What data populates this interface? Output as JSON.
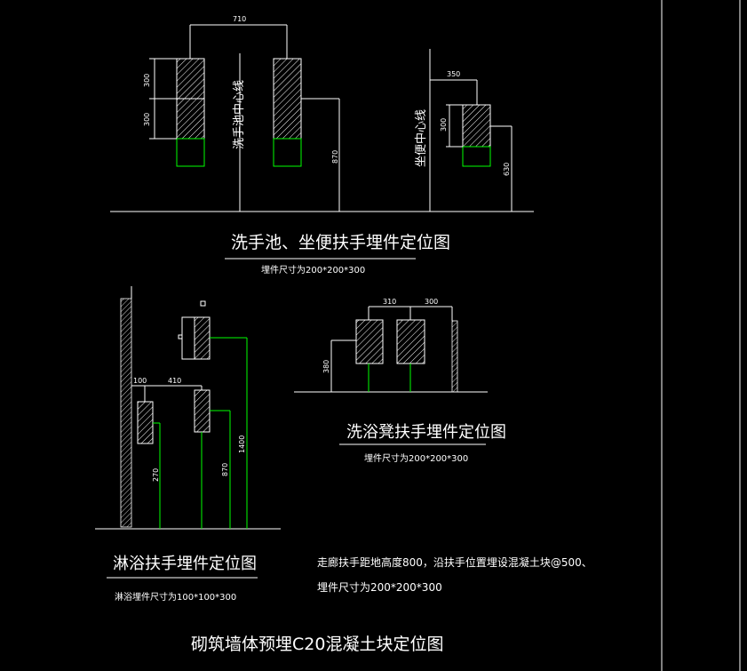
{
  "colors": {
    "background": "#000000",
    "line": "#ffffff",
    "dimension": "#00ff00"
  },
  "section1": {
    "title": "洗手池、坐便扶手埋件定位图",
    "size_note": "埋件尺寸为200*200*300",
    "sink_label": "洗手池中心线",
    "toilet_label": "坐便中心线",
    "dims": {
      "d710": "710",
      "d300a": "300",
      "d300b": "300",
      "d870": "870",
      "d350": "350",
      "d300c": "300",
      "d630": "630"
    }
  },
  "section2": {
    "title": "洗浴凳扶手埋件定位图",
    "size_note": "埋件尺寸为200*200*300",
    "dims": {
      "d310": "310",
      "d300": "300",
      "d380": "380"
    }
  },
  "section3": {
    "title": "淋浴扶手埋件定位图",
    "size_note": "淋浴埋件尺寸为100*100*300",
    "dims": {
      "d100": "100",
      "d410": "410",
      "d1400": "1400",
      "d270": "270",
      "d870": "870"
    }
  },
  "notes": {
    "line1": "走廊扶手距地高度800，沿扶手位置埋设混凝土块@500、",
    "line2": "埋件尺寸为200*200*300"
  },
  "main_title": "砌筑墙体预埋C20混凝土块定位图"
}
